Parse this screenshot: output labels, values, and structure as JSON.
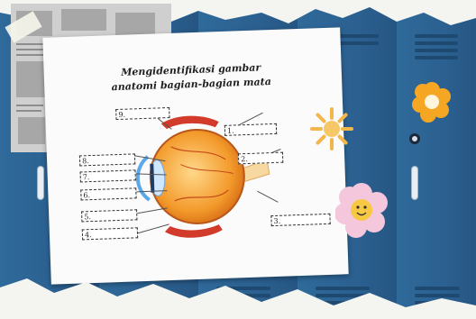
{
  "worksheet": {
    "title_line1": "Mengidentifikasi gambar",
    "title_line2": "anatomi bagian-bagian mata",
    "labels": [
      "9.",
      "1.",
      "2.",
      "8.",
      "7.",
      "6.",
      "5.",
      "4.",
      "3."
    ]
  },
  "colors": {
    "locker_blue": "#2a5f8d",
    "paper": "#fbfbfb",
    "eye_orange": "#f39a2b",
    "iris_blue": "#5aa8e8",
    "flower_orange": "#f5a623",
    "flower_pink": "#f4c7dc"
  },
  "icons": {
    "sun": "sun-sticker-icon",
    "flower_top": "flower-sticker-icon",
    "flower_smile": "smiley-flower-sticker-icon",
    "gear": "gear-sticker-icon"
  }
}
